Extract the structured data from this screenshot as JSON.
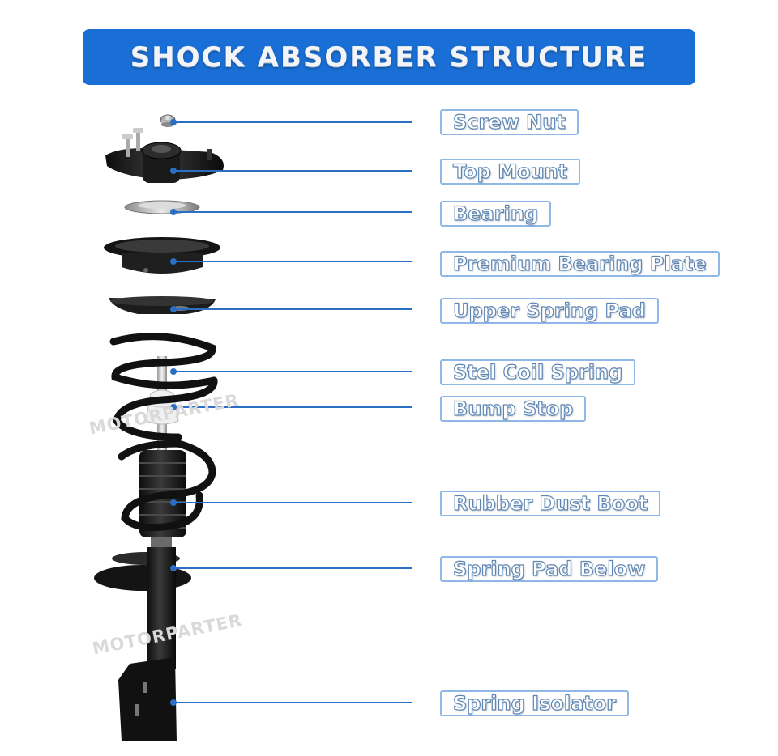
{
  "header": {
    "title": "SHOCK ABSORBER STRUCTURE"
  },
  "watermark": {
    "text": "MOTORPARTER"
  },
  "parts": [
    {
      "id": "screw-nut",
      "label": "Screw Nut"
    },
    {
      "id": "top-mount",
      "label": "Top Mount"
    },
    {
      "id": "bearing",
      "label": "Bearing"
    },
    {
      "id": "premium-bearing-plate",
      "label": "Premium Bearing Plate"
    },
    {
      "id": "upper-spring-pad",
      "label": "Upper Spring Pad"
    },
    {
      "id": "steel-coil-spring",
      "label": "Stel Coil Spring"
    },
    {
      "id": "bump-stop",
      "label": "Bump Stop"
    },
    {
      "id": "rubber-dust-boot",
      "label": "Rubber Dust Boot"
    },
    {
      "id": "spring-pad-below",
      "label": "Spring Pad Below"
    },
    {
      "id": "spring-isolator",
      "label": "Spring Isolator"
    }
  ],
  "colors": {
    "banner": "#1a6fd6",
    "leader_line": "#2a6fc4",
    "label_border": "#8fb8e6",
    "label_text_outline": "#5f86b3"
  }
}
